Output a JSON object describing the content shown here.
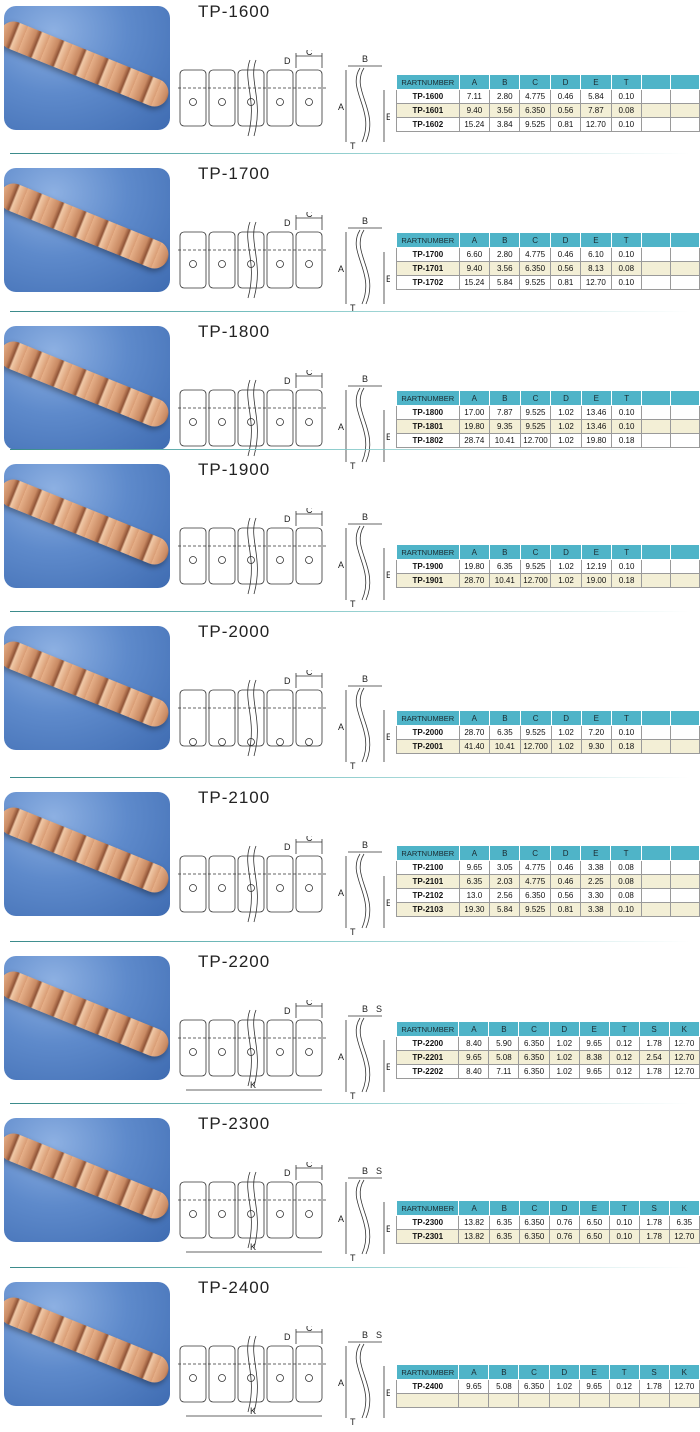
{
  "sections": [
    {
      "id": "TP-1600",
      "headers": [
        "RARTNUMBER",
        "A",
        "B",
        "C",
        "D",
        "E",
        "T",
        "",
        ""
      ],
      "rows": [
        [
          "TP-1600",
          "7.11",
          "2.80",
          "4.775",
          "0.46",
          "5.84",
          "0.10",
          "",
          ""
        ],
        [
          "TP-1601",
          "9.40",
          "3.56",
          "6.350",
          "0.56",
          "7.87",
          "0.08",
          "",
          ""
        ],
        [
          "TP-1602",
          "15.24",
          "3.84",
          "9.525",
          "0.81",
          "12.70",
          "0.10",
          "",
          ""
        ]
      ]
    },
    {
      "id": "TP-1700",
      "headers": [
        "RARTNUMBER",
        "A",
        "B",
        "C",
        "D",
        "E",
        "T",
        "",
        ""
      ],
      "rows": [
        [
          "TP-1700",
          "6.60",
          "2.80",
          "4.775",
          "0.46",
          "6.10",
          "0.10",
          "",
          ""
        ],
        [
          "TP-1701",
          "9.40",
          "3.56",
          "6.350",
          "0.56",
          "8.13",
          "0.08",
          "",
          ""
        ],
        [
          "TP-1702",
          "15.24",
          "5.84",
          "9.525",
          "0.81",
          "12.70",
          "0.10",
          "",
          ""
        ]
      ]
    },
    {
      "id": "TP-1800",
      "headers": [
        "RARTNUMBER",
        "A",
        "B",
        "C",
        "D",
        "E",
        "T",
        "",
        ""
      ],
      "rows": [
        [
          "TP-1800",
          "17.00",
          "7.87",
          "9.525",
          "1.02",
          "13.46",
          "0.10",
          "",
          ""
        ],
        [
          "TP-1801",
          "19.80",
          "9.35",
          "9.525",
          "1.02",
          "13.46",
          "0.10",
          "",
          ""
        ],
        [
          "TP-1802",
          "28.74",
          "10.41",
          "12.700",
          "1.02",
          "19.80",
          "0.18",
          "",
          ""
        ]
      ]
    },
    {
      "id": "TP-1900",
      "headers": [
        "RARTNUMBER",
        "A",
        "B",
        "C",
        "D",
        "E",
        "T",
        "",
        ""
      ],
      "rows": [
        [
          "TP-1900",
          "19.80",
          "6.35",
          "9.525",
          "1.02",
          "12.19",
          "0.10",
          "",
          ""
        ],
        [
          "TP-1901",
          "28.70",
          "10.41",
          "12.700",
          "1.02",
          "19.00",
          "0.18",
          "",
          ""
        ]
      ]
    },
    {
      "id": "TP-2000",
      "headers": [
        "RARTNUMBER",
        "A",
        "B",
        "C",
        "D",
        "E",
        "T",
        "",
        ""
      ],
      "rows": [
        [
          "TP-2000",
          "28.70",
          "6.35",
          "9.525",
          "1.02",
          "7.20",
          "0.10",
          "",
          ""
        ],
        [
          "TP-2001",
          "41.40",
          "10.41",
          "12.700",
          "1.02",
          "9.30",
          "0.18",
          "",
          ""
        ]
      ]
    },
    {
      "id": "TP-2100",
      "headers": [
        "RARTNUMBER",
        "A",
        "B",
        "C",
        "D",
        "E",
        "T",
        "",
        ""
      ],
      "rows": [
        [
          "TP-2100",
          "9.65",
          "3.05",
          "4.775",
          "0.46",
          "3.38",
          "0.08",
          "",
          ""
        ],
        [
          "TP-2101",
          "6.35",
          "2.03",
          "4.775",
          "0.46",
          "2.25",
          "0.08",
          "",
          ""
        ],
        [
          "TP-2102",
          "13.0",
          "2.56",
          "6.350",
          "0.56",
          "3.30",
          "0.08",
          "",
          ""
        ],
        [
          "TP-2103",
          "19.30",
          "5.84",
          "9.525",
          "0.81",
          "3.38",
          "0.10",
          "",
          ""
        ]
      ]
    },
    {
      "id": "TP-2200",
      "headers": [
        "RARTNUMBER",
        "A",
        "B",
        "C",
        "D",
        "E",
        "T",
        "S",
        "K"
      ],
      "rows": [
        [
          "TP-2200",
          "8.40",
          "5.90",
          "6.350",
          "1.02",
          "9.65",
          "0.12",
          "1.78",
          "12.70"
        ],
        [
          "TP-2201",
          "9.65",
          "5.08",
          "6.350",
          "1.02",
          "8.38",
          "0.12",
          "2.54",
          "12.70"
        ],
        [
          "TP-2202",
          "8.40",
          "7.11",
          "6.350",
          "1.02",
          "9.65",
          "0.12",
          "1.78",
          "12.70"
        ]
      ]
    },
    {
      "id": "TP-2300",
      "headers": [
        "RARTNUMBER",
        "A",
        "B",
        "C",
        "D",
        "E",
        "T",
        "S",
        "K"
      ],
      "rows": [
        [
          "TP-2300",
          "13.82",
          "6.35",
          "6.350",
          "0.76",
          "6.50",
          "0.10",
          "1.78",
          "6.35"
        ],
        [
          "TP-2301",
          "13.82",
          "6.35",
          "6.350",
          "0.76",
          "6.50",
          "0.10",
          "1.78",
          "12.70"
        ]
      ]
    },
    {
      "id": "TP-2400",
      "headers": [
        "RARTNUMBER",
        "A",
        "B",
        "C",
        "D",
        "E",
        "T",
        "S",
        "K"
      ],
      "rows": [
        [
          "TP-2400",
          "9.65",
          "5.08",
          "6.350",
          "1.02",
          "9.65",
          "0.12",
          "1.78",
          "12.70"
        ],
        [
          "",
          "",
          "",
          "",
          "",
          "",
          "",
          "",
          ""
        ]
      ]
    }
  ],
  "dimension_labels": {
    "a": "A",
    "b": "B",
    "c": "C",
    "d": "D",
    "e": "E",
    "t": "T",
    "s": "S",
    "k": "K"
  }
}
